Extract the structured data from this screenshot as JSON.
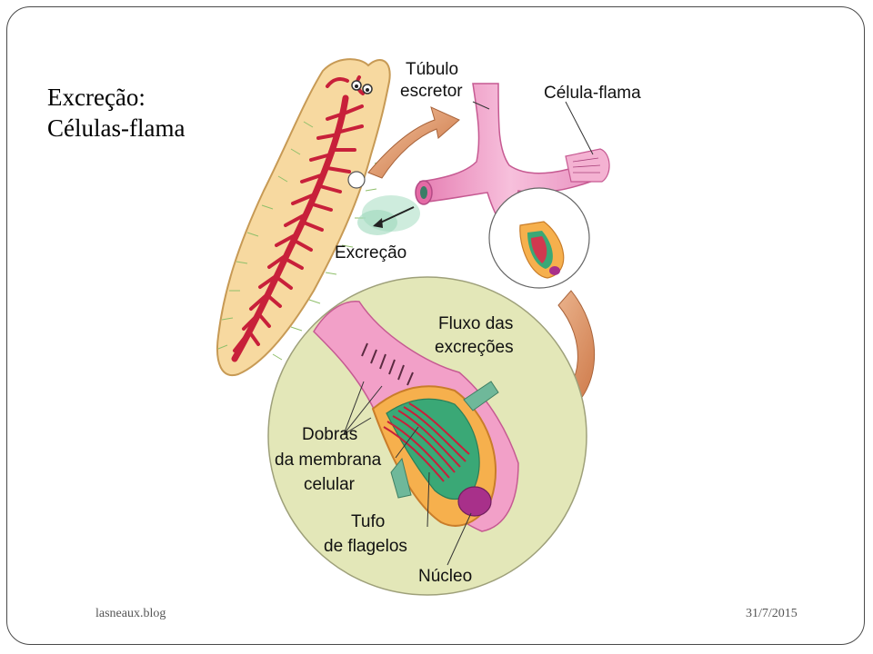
{
  "slide": {
    "title_line1": "Excreção:",
    "title_line2": "Células-flama"
  },
  "labels": {
    "tubulo_line1": "Túbulo",
    "tubulo_line2": "escretor",
    "celula_flama": "Célula-flama",
    "excrecao": "Excreção",
    "fluxo_line1": "Fluxo das",
    "fluxo_line2": "excreções",
    "dobras_line1": "Dobras",
    "dobras_line2": "da membrana",
    "dobras_line3": "celular",
    "tufo_line1": "Tufo",
    "tufo_line2": "de flagelos",
    "nucleo": "Núcleo"
  },
  "footer": {
    "source": "lasneaux.blog",
    "date": "31/7/2015"
  },
  "colors": {
    "flatworm_body": "#f7d9a0",
    "branches": "#c8203a",
    "tubule_pink": "#f2a0c8",
    "zoom_disc": "#e3e7b8",
    "arrow_orange": "#d98a55",
    "flagella_green": "#3aa876",
    "nucleus": "#a8308a"
  }
}
